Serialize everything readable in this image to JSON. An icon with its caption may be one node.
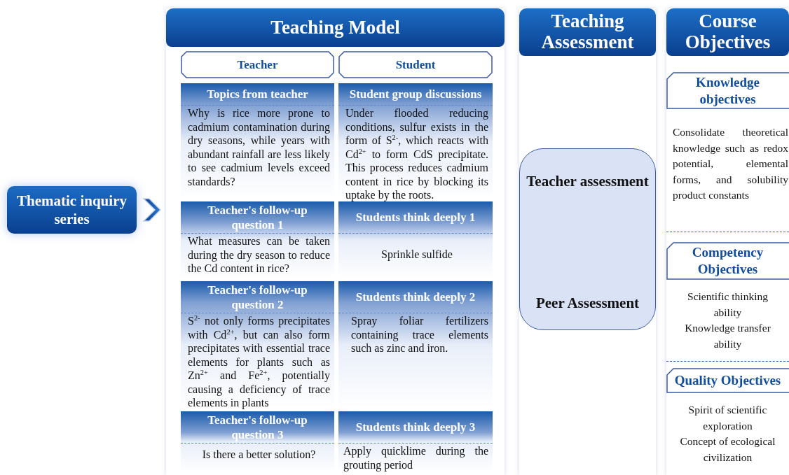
{
  "diagram": {
    "nodes": [
      {
        "text": [
          "Thematic inquiry series"
        ]
      },
      {
        "text": [],
        "shape": "box"
      },
      {
        "text": [
          "Teaching Model"
        ],
        "in": 1
      },
      {
        "text": [
          "Teacher"
        ],
        "in": 1
      },
      {
        "text": [
          "Student"
        ],
        "in": 1
      },
      {
        "text": [
          "Topics from teacher",
          "Why is rice more prone to cadmium contamination during dry seasons, while years with abundant rainfall are less likely to see cadmium levels exceed standards?"
        ],
        "in": 1
      },
      {
        "text": [
          "Student group discussions",
          "Under flooded reducing conditions, sulfur exists in the form of S$^{2-}$, which reacts with Cd$^{2+}$ to form CdS precipitate. This process reduces cadmium content in rice by blocking its uptake by the roots."
        ],
        "in": 1
      },
      {
        "text": [
          "Teacher's follow-up question 1",
          "What measures can be taken during the dry season to reduce the Cd content in rice?"
        ],
        "in": 1
      },
      {
        "text": [
          "Students think deeply 1",
          "Sprinkle sulfide"
        ],
        "in": 1
      },
      {
        "text": [
          "Teacher's follow-up question 2",
          "S$^{2-}$ not only forms precipitates with Cd$^{2+}$, but can also form precipitates with essential trace elements for plants such as Zn$^{2+}$ and Fe$^{2+}$, potentially causing a deficiency of trace elements in plants"
        ],
        "in": 1
      },
      {
        "text": [
          "Students think deeply 2",
          "Spray foliar fertilizers containing trace elements such as zinc and iron."
        ],
        "in": 1
      },
      {
        "text": [
          "Teacher's follow-up question 3",
          "Is there a better solution?"
        ],
        "in": 1
      },
      {
        "text": [
          "Students think deeply 3",
          "Apply quicklime during the grouting period"
        ],
        "in": 1
      },
      {
        "text": [],
        "shape": "box"
      },
      {
        "text": [
          "Teaching Assessment"
        ],
        "in": 13
      },
      {
        "text": [
          "Teacher assessment",
          "Peer Assessment"
        ],
        "in": 13
      },
      {
        "text": [],
        "shape": "box"
      },
      {
        "text": [
          "Course Objectives"
        ],
        "in": 16
      },
      {
        "text": [
          "Knowledge objectives"
        ],
        "in": 16,
        "beside": [
          "Consolidate theoretical knowledge such as redox potential, elemental forms, and solubility product constants"
        ]
      },
      {
        "text": [
          "Competency Objectives"
        ],
        "in": 16,
        "beside": [
          "Scientific thinking ability",
          "Knowledge transfer ability"
        ]
      },
      {
        "text": [
          "Quality Objectives"
        ],
        "in": 16,
        "beside": [
          "Spirit of scientific exploration",
          "Concept of ecological civilization"
        ]
      }
    ],
    "edges": [
      {
        "from": 0,
        "to": 1,
        "arrow": "to"
      }
    ]
  }
}
